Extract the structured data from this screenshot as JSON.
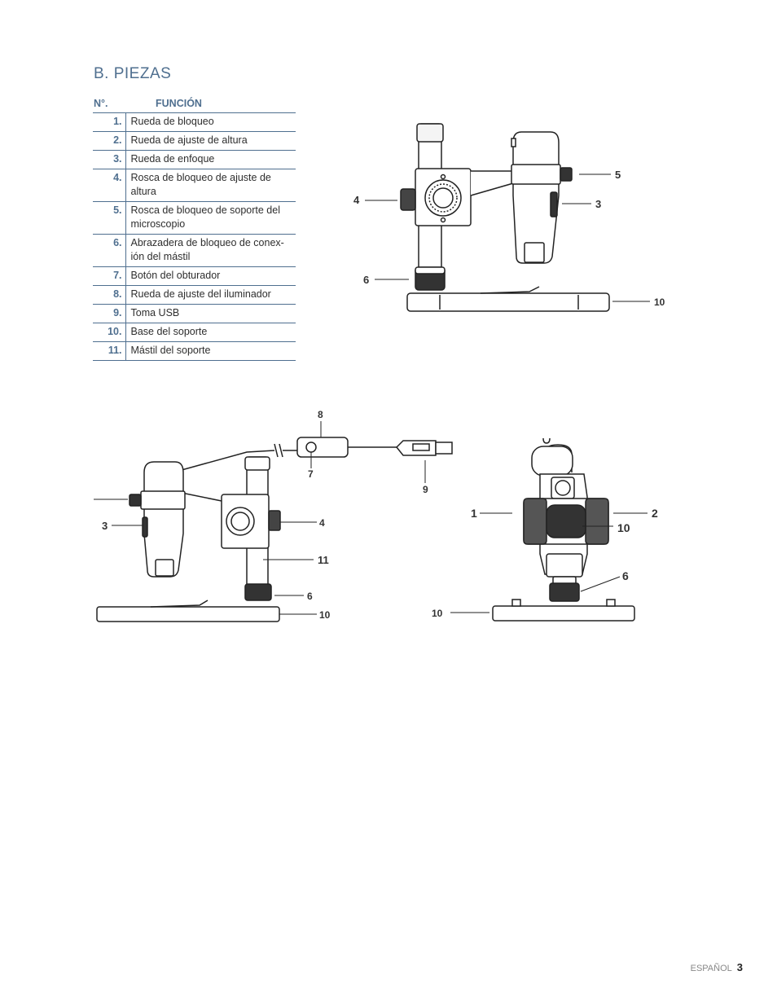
{
  "section_title": "B. PIEZAS",
  "table": {
    "headers": {
      "number": "N°.",
      "function": "FUNCIÓN"
    },
    "rows": [
      {
        "num": "1.",
        "label": "Rueda de bloqueo"
      },
      {
        "num": "2.",
        "label": "Rueda de ajuste de altura"
      },
      {
        "num": "3.",
        "label": "Rueda de enfoque"
      },
      {
        "num": "4.",
        "label": "Rosca de bloqueo de ajuste de altura"
      },
      {
        "num": "5.",
        "label": "Rosca de bloqueo de soporte del microscopio"
      },
      {
        "num": "6.",
        "label": "Abrazadera de bloqueo de conex-ión del mástil"
      },
      {
        "num": "7.",
        "label": "Botón del obturador"
      },
      {
        "num": "8.",
        "label": "Rueda de ajuste del iluminador"
      },
      {
        "num": "9.",
        "label": "Toma USB"
      },
      {
        "num": "10.",
        "label": "Base del soporte"
      },
      {
        "num": "11.",
        "label": "Mástil del soporte"
      }
    ]
  },
  "figures": {
    "side_view": {
      "labels": [
        "5",
        "4",
        "3",
        "6",
        "10"
      ]
    },
    "rear_view": {
      "labels": [
        "8",
        "7",
        "9",
        "3",
        "4",
        "11",
        "6",
        "10"
      ]
    },
    "front_view": {
      "labels": [
        "1",
        "2",
        "10",
        "6",
        "10"
      ]
    }
  },
  "footer": {
    "language": "ESPAÑOL",
    "page_number": "3"
  }
}
